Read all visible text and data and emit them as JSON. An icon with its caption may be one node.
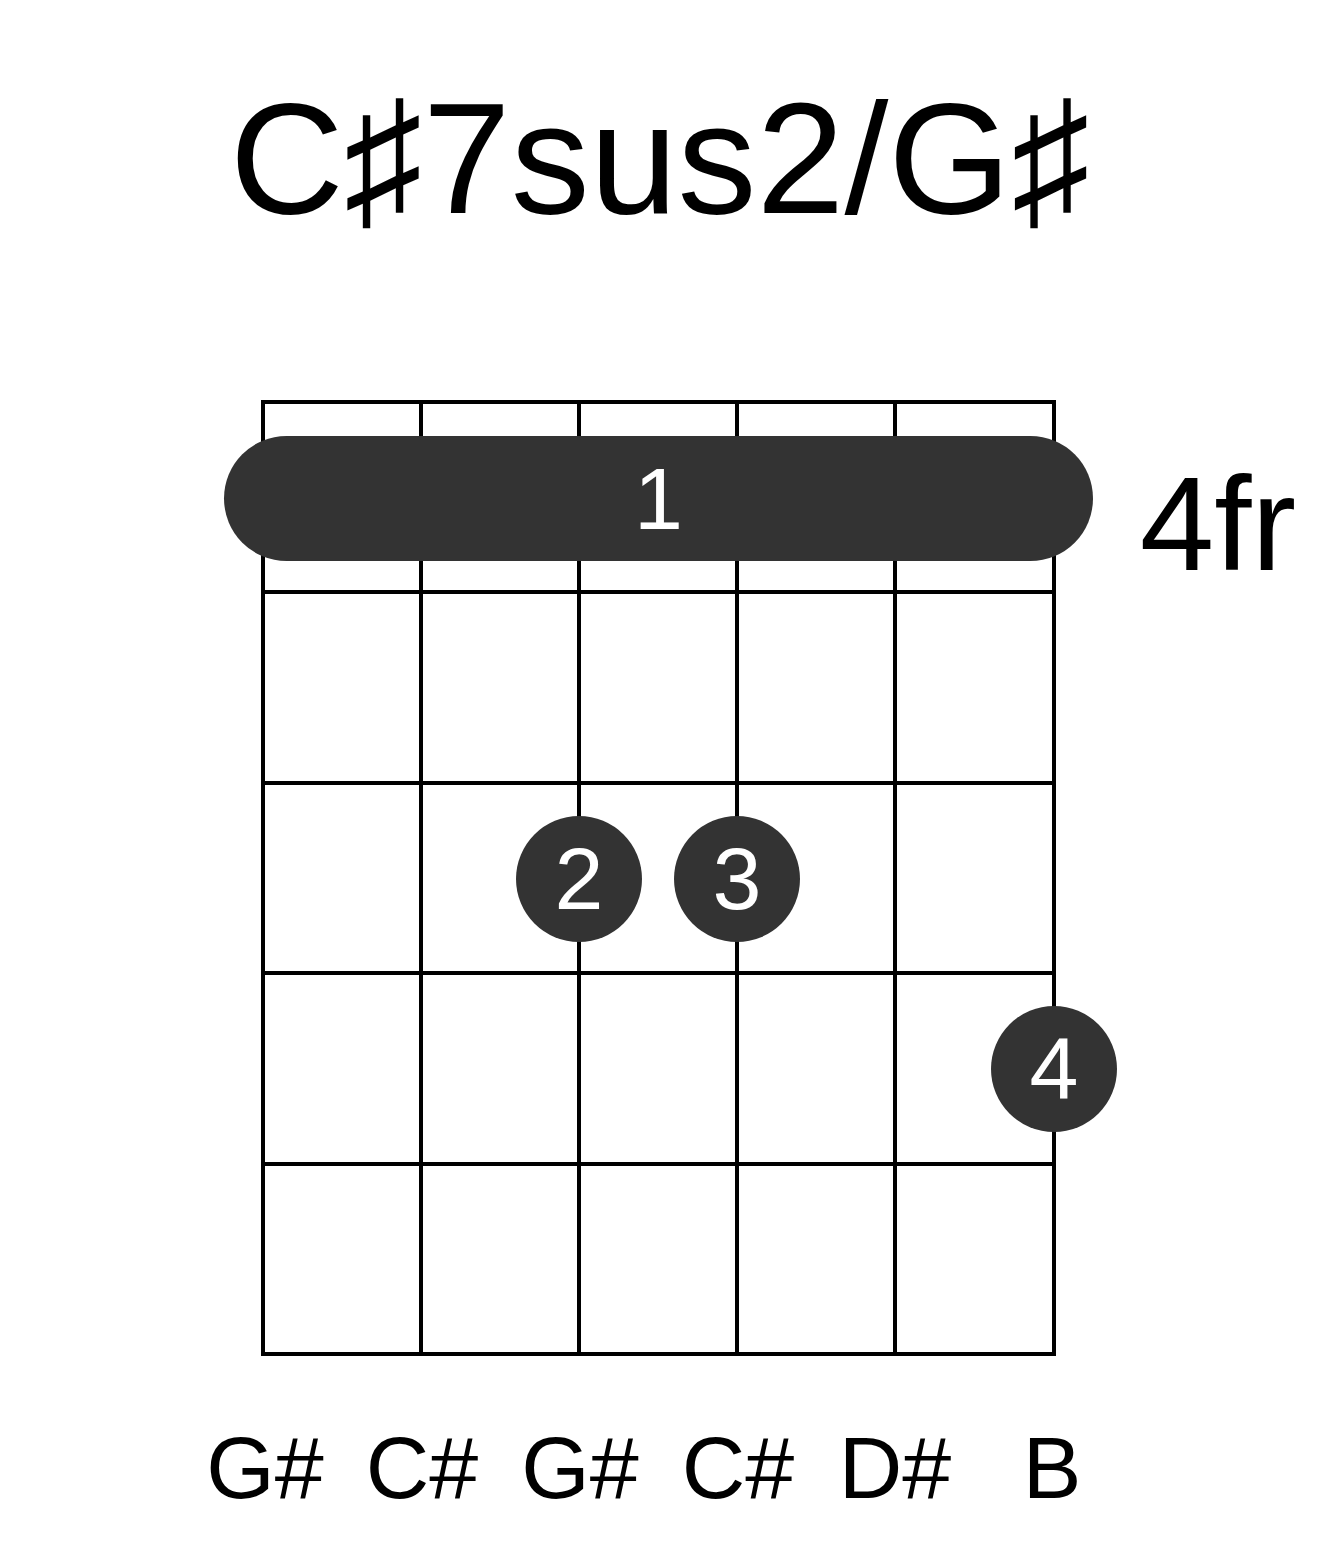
{
  "diagram": {
    "title": "C♯7sus2/G♯",
    "nodes": [
      {
        "text": [
          "1"
        ]
      },
      {
        "text": [
          "2"
        ]
      },
      {
        "text": [
          "3"
        ]
      },
      {
        "text": [
          "4"
        ]
      }
    ],
    "labels": [
      "4fr",
      "G#",
      "C#",
      "G#",
      "C#",
      "D#",
      "B"
    ]
  }
}
